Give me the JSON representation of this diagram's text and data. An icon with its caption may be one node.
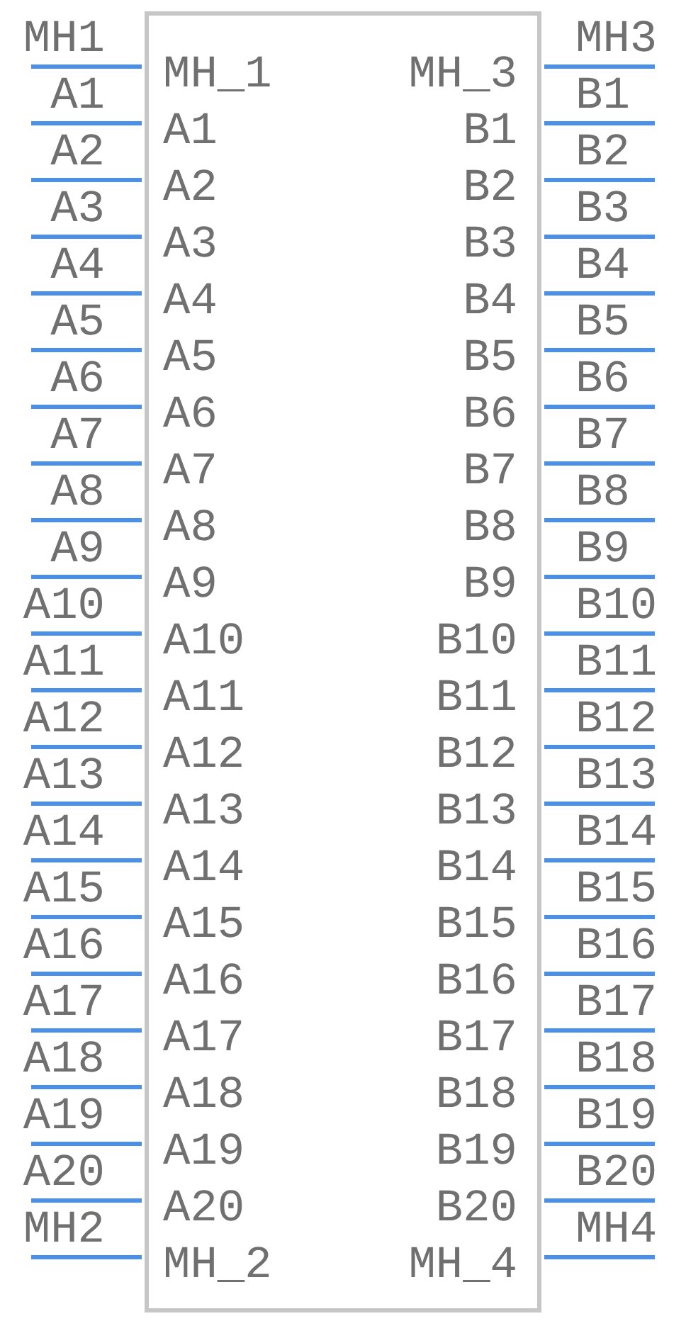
{
  "diagram": {
    "nodes": [
      {
        "text": [
          "MH_1",
          "MH_3",
          "A1",
          "B1",
          "A2",
          "B2",
          "A3",
          "B3",
          "A4",
          "B4",
          "A5",
          "B5",
          "A6",
          "B6",
          "A7",
          "B7",
          "A8",
          "B8",
          "A9",
          "B9",
          "A10",
          "B10",
          "A11",
          "B11",
          "A12",
          "B12",
          "A13",
          "B13",
          "A14",
          "B14",
          "A15",
          "B15",
          "A16",
          "B16",
          "A17",
          "B17",
          "A18",
          "B18",
          "A19",
          "B19",
          "A20",
          "B20",
          "MH_2",
          "MH_4"
        ]
      }
    ],
    "labels": [
      "MH1",
      "MH3",
      "A1",
      "B1",
      "A2",
      "B2",
      "A3",
      "B3",
      "A4",
      "B4",
      "A5",
      "B5",
      "A6",
      "B6",
      "A7",
      "B7",
      "A8",
      "B8",
      "A9",
      "B9",
      "A10",
      "B10",
      "A11",
      "B11",
      "A12",
      "B12",
      "A13",
      "B13",
      "A14",
      "B14",
      "A15",
      "B15",
      "A16",
      "B16",
      "A17",
      "B17",
      "A18",
      "B18",
      "A19",
      "B19",
      "A20",
      "B20",
      "MH2",
      "MH4"
    ]
  }
}
